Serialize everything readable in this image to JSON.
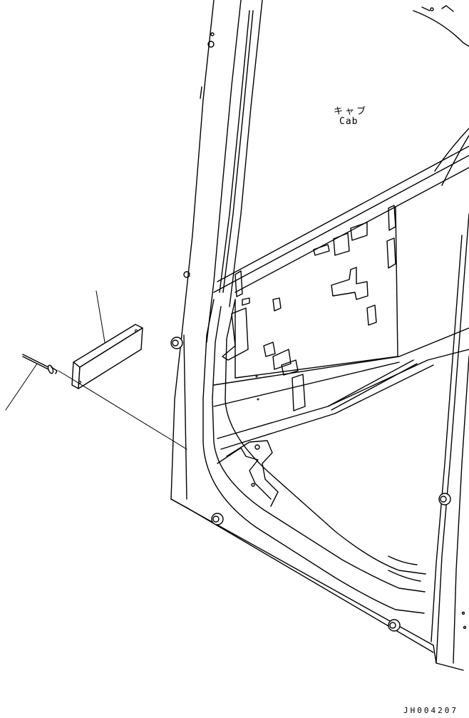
{
  "labels": {
    "cab_jp": "キャブ",
    "cab_en": "Cab",
    "drawing_code": "JH004207"
  },
  "icons": [
    "cab-door-frame-drawing",
    "nameplate-icon",
    "rivet-icon"
  ]
}
